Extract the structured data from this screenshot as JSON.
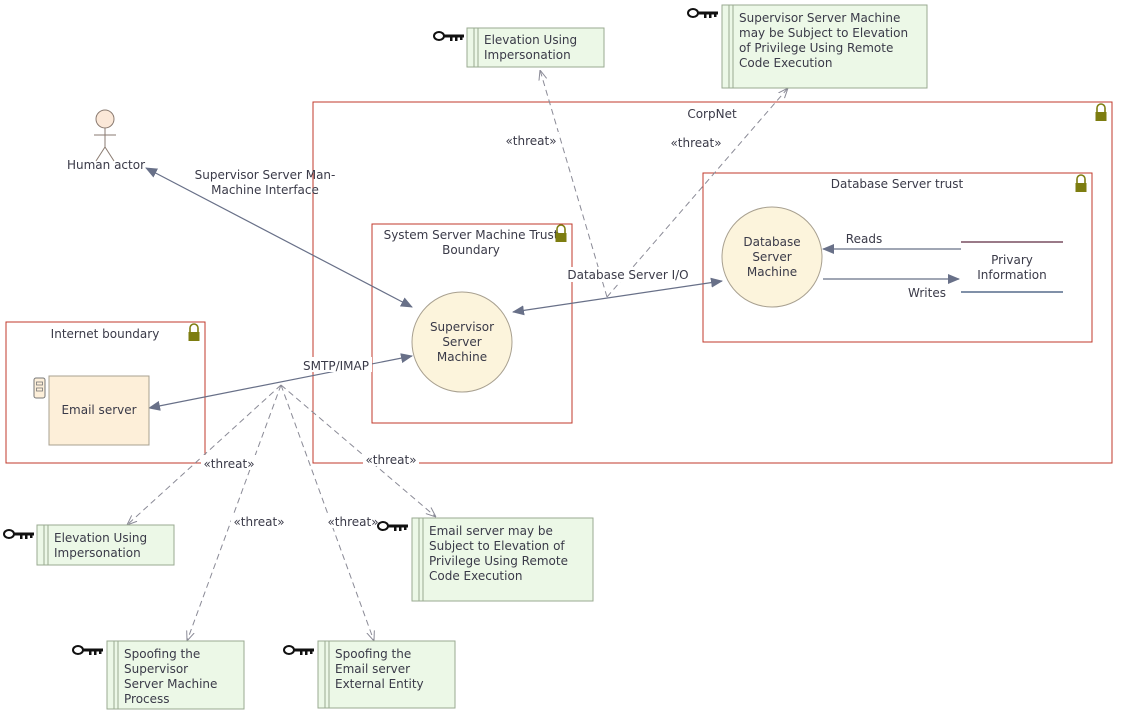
{
  "colors": {
    "boundary": "#c0392b",
    "lock": "#7d7d10",
    "threat_fill": "#ecf8e7",
    "threat_border": "#9aaa90",
    "process_fill": "#fcf4dc",
    "process_border": "#a8a090",
    "entity_fill": "#fdefd9",
    "flow": "#687088",
    "threat_link": "#8a8a96"
  },
  "boundaries": {
    "corpnet": "CorpNet",
    "db_trust": "Database Server trust",
    "system_server": [
      "System Server Machine Trust",
      "Boundary"
    ],
    "internet": "Internet boundary"
  },
  "actor": {
    "label": "Human actor"
  },
  "processes": {
    "supervisor": [
      "Supervisor",
      "Server",
      "Machine"
    ],
    "database": [
      "Database",
      "Server",
      "Machine"
    ]
  },
  "entities": {
    "email": "Email server"
  },
  "datastore": {
    "label": [
      "Privary",
      "Information"
    ]
  },
  "flows": {
    "hmi": [
      "Supervisor Server Man-",
      "Machine Interface"
    ],
    "db_io": "Database Server I/O",
    "smtp": "SMTP/IMAP",
    "reads": "Reads",
    "writes": "Writes"
  },
  "threat_label": "«threat»",
  "threats": {
    "elev_top": [
      "Elevation Using",
      "Impersonation"
    ],
    "supervisor_rce": [
      "Supervisor Server Machine",
      "may be Subject to Elevation",
      "of Privilege Using Remote",
      "Code Execution"
    ],
    "elev_bottom": [
      "Elevation Using",
      "Impersonation"
    ],
    "email_rce": [
      "Email server may be",
      "Subject to Elevation of",
      "Privilege Using Remote",
      "Code Execution"
    ],
    "spoof_supervisor": [
      "Spoofing the",
      "Supervisor",
      "Server Machine",
      "Process"
    ],
    "spoof_email": [
      "Spoofing the",
      "Email server",
      "External Entity"
    ]
  }
}
